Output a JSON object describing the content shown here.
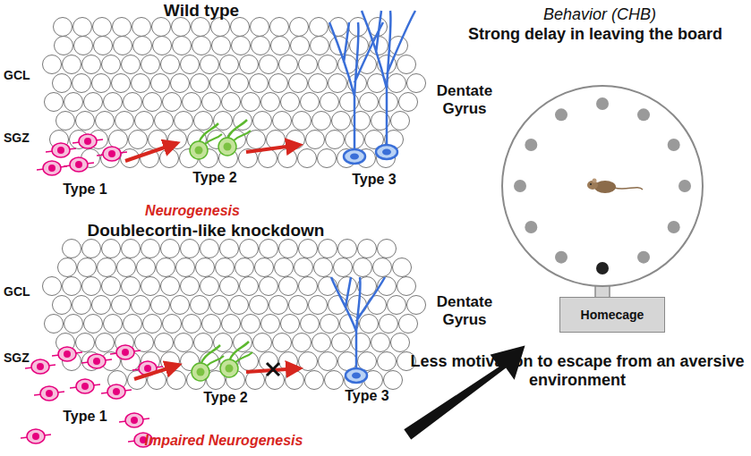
{
  "diagram": {
    "nodes": [
      {
        "text": [
          "Homecage"
        ]
      }
    ],
    "labels": [
      "Wild type",
      "GCL",
      "SGZ",
      "Dentate Gyrus",
      "Type 1",
      "Type 2",
      "Type 3",
      "Neurogenesis",
      "Doublecortin-like knockdown",
      "GCL",
      "SGZ",
      "Dentate Gyrus",
      "Type 1",
      "Type 2",
      "Type 3",
      "Impaired Neurogenesis",
      "Behavior (CHB)",
      "Strong delay in leaving the board",
      "Less motivation to escape from an aversive environment"
    ]
  }
}
